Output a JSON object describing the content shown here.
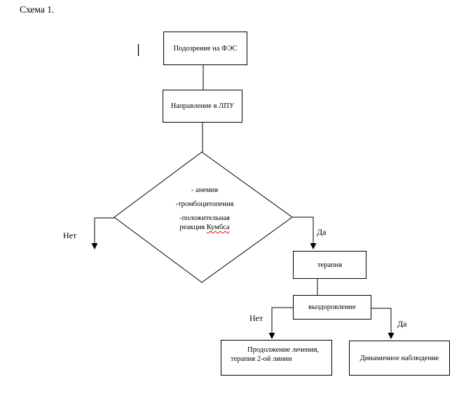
{
  "title": "Схема 1.",
  "colors": {
    "line": "#000000",
    "box_fill": "#ffffff",
    "spellcheck_squiggle": "#ff0000"
  },
  "nodes": {
    "suspicion": "Подозрение на ФЭС",
    "referral": "Направление в ЛПУ",
    "decision": {
      "line1": "- анемия",
      "line2": "-тромбоцитопения",
      "line3": "-положительная",
      "line4_prefix": "реакция",
      "line4_misspelled": "Кумбса"
    },
    "therapy": "терапия",
    "recovery": "выздоровление",
    "continue_treatment": {
      "line1": "Продолжение лечения,",
      "line2": "терапия 2-ой линии"
    },
    "observation": "Динамичное наблюдение"
  },
  "edge_labels": {
    "decision_no": "Нет",
    "decision_yes": "Да",
    "recovery_no": "Нет",
    "recovery_yes": "Да"
  }
}
